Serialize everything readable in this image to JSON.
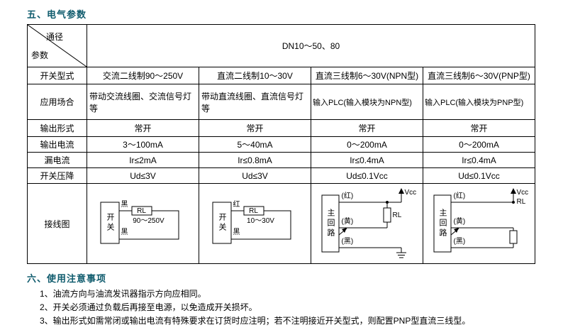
{
  "accent_color": "#0f5b6d",
  "sections": {
    "electrical_title": "五、电气参数",
    "notes_title": "六、使用注意事项"
  },
  "table": {
    "corner_top": "通径",
    "corner_bottom": "参数",
    "header_value": "DN10～50、80",
    "diagram_label": "接线图",
    "rows": [
      {
        "label": "开关型式",
        "cells": [
          "交流二线制90～250V",
          "直流二线制10～30V",
          "直流三线制6～30V(NPN型)",
          "直流三线制6～30V(PNP型)"
        ]
      },
      {
        "label": "应用场合",
        "cells": [
          "带动交流线圈、交流信号灯等",
          "带动直流线圈、直流信号灯等",
          "输入PLC(输入模块为NPN型)",
          "输入PLC(输入模块为PNP型)"
        ]
      },
      {
        "label": "输出形式",
        "cells": [
          "常开",
          "常开",
          "常开",
          "常开"
        ]
      },
      {
        "label": "输出电流",
        "cells": [
          "3～100mA",
          "5～40mA",
          "0～200mA",
          "0～200mA"
        ]
      },
      {
        "label": "漏电流",
        "cells": [
          "Ir≤2mA",
          "Ir≤0.8mA",
          "Ir≤0.4mA",
          "Ir≤0.4mA"
        ]
      },
      {
        "label": "开关压降",
        "cells": [
          "Ud≤3V",
          "Ud≤3V",
          "Ud≤0.1Vcc",
          "Ud≤0.1Vcc"
        ]
      }
    ],
    "diagrams": {
      "ac2": {
        "box": "开关",
        "top_wire": "黑",
        "bottom_wire": "黑",
        "rl": "RL",
        "voltage": "90～250V"
      },
      "dc2": {
        "box": "开关",
        "top_wire": "红",
        "bottom_wire": "黑",
        "rl": "RL",
        "voltage": "10～30V"
      },
      "npn": {
        "box": "主回路",
        "red_wire": "(红)",
        "yellow_wire": "(黄)",
        "black_wire": "(黑)",
        "rl": "RL",
        "vcc": "Vcc"
      },
      "pnp": {
        "box": "主回路",
        "red_wire": "(红)",
        "yellow_wire": "(黄)",
        "black_wire": "(黑)",
        "rl": "RL",
        "vcc": "Vcc"
      }
    }
  },
  "notes": {
    "items": [
      "1、油流方向与油流发讯器指示方向应相同。",
      "2、开关必须通过负载后再接至电源，以免造成开关损坏。",
      "3、输出形式如需常闭或输出电流有特殊要求在订货时应注明；若不注明接近开关型式，则配置PNP型直流三线型。"
    ]
  }
}
